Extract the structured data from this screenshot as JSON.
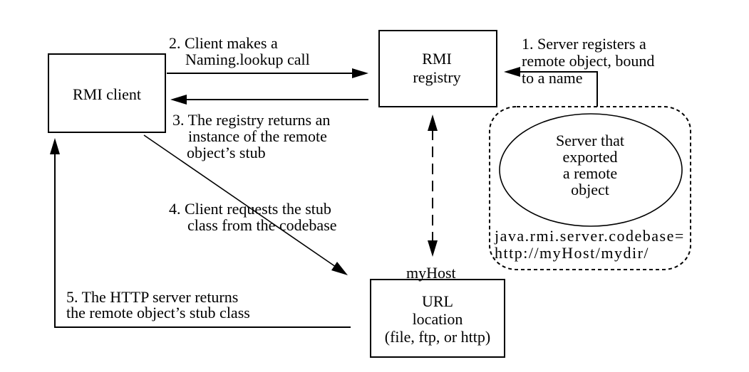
{
  "colors": {
    "background": "#ffffff",
    "line": "#000000",
    "text": "#000000"
  },
  "nodes": {
    "rmi_client": {
      "label": "RMI client"
    },
    "rmi_registry": {
      "line1": "RMI",
      "line2": "registry"
    },
    "url_location": {
      "host_label": "myHost",
      "line1": "URL",
      "line2": "location",
      "line3": "(file, ftp, or http)"
    },
    "server": {
      "line1": "Server that",
      "line2": "exported",
      "line3": "a remote",
      "line4": "object"
    },
    "codebase": {
      "line1": "java.rmi.server.codebase=",
      "line2": "http://myHost/mydir/"
    }
  },
  "steps": {
    "step1": {
      "line1": "1. Server registers a",
      "line2": "remote object, bound",
      "line3": "to a name"
    },
    "step2": {
      "line1": "2. Client makes a",
      "line2": "Naming.lookup call"
    },
    "step3": {
      "line1": "3. The registry returns an",
      "line2": "instance of the remote",
      "line3": "object’s stub"
    },
    "step4": {
      "line1": "4. Client requests the stub",
      "line2": "class from the codebase"
    },
    "step5": {
      "line1": "5. The HTTP server returns",
      "line2": "the remote object’s stub class"
    }
  }
}
